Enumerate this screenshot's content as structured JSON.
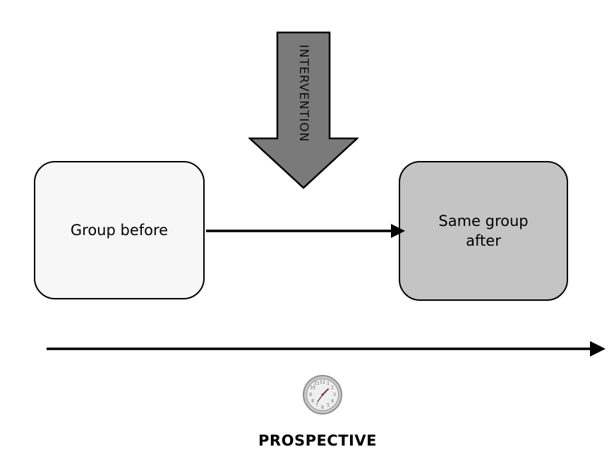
{
  "diagram": {
    "title_context": "prospective study design diagram",
    "intervention_arrow": {
      "label": "INTERVENTION",
      "fill": "#7a7a7a",
      "outline": "#000000",
      "label_orientation": "vertical"
    },
    "left_box": {
      "label": "Group before",
      "fill": "#f7f7f7",
      "outline": "#000000"
    },
    "right_box": {
      "label": "Same group after",
      "fill": "#c4c4c4",
      "outline": "#000000"
    },
    "connector_arrow": {
      "direction": "left-to-right",
      "color": "#000000"
    },
    "timeline": {
      "direction": "left-to-right",
      "color": "#000000",
      "label": "PROSPECTIVE",
      "icon": "clock-icon"
    }
  }
}
